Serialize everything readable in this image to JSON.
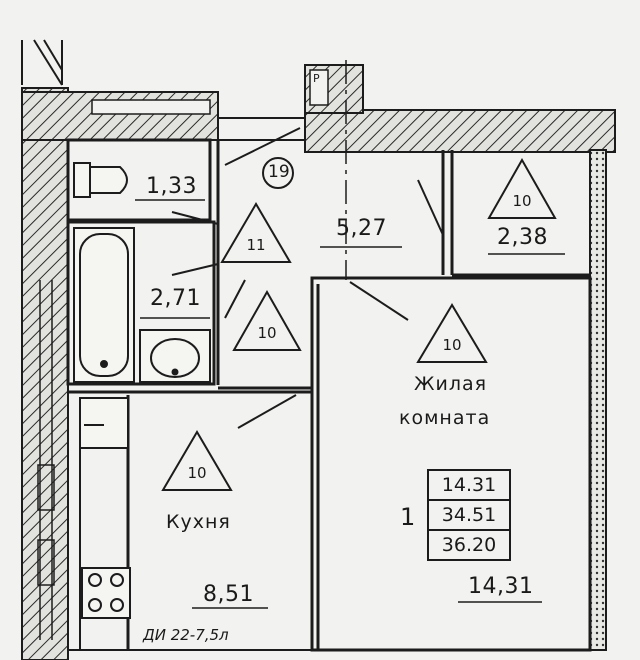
{
  "colors": {
    "line": "#1c1c1c",
    "paper": "#f2f2f0",
    "wall_fill": "#dcdcd8"
  },
  "icons": [
    "toilet-icon",
    "bathtub-icon",
    "washbasin-icon",
    "kitchen-sink-icon",
    "stove-icon",
    "door-swing-icon",
    "room-marker-triangle-icon"
  ],
  "rooms": {
    "wc": {
      "area": "1,33"
    },
    "bath": {
      "area": "2,71"
    },
    "hall": {
      "area": "5,27",
      "number": "19"
    },
    "closet": {
      "area": "2,38"
    },
    "kitchen": {
      "name": "Кухня",
      "area": "8,51"
    },
    "living": {
      "name_line1": "Жилая",
      "name_line2": "комната",
      "area": "14,31"
    }
  },
  "markers": {
    "wc_hall": "11",
    "bath_hall": "10",
    "closet": "10",
    "living": "10",
    "kitchen": "10"
  },
  "apartment": {
    "number": "1",
    "areas": [
      "14.31",
      "34.51",
      "36.20"
    ]
  },
  "note": "ДИ 22-7,5л"
}
